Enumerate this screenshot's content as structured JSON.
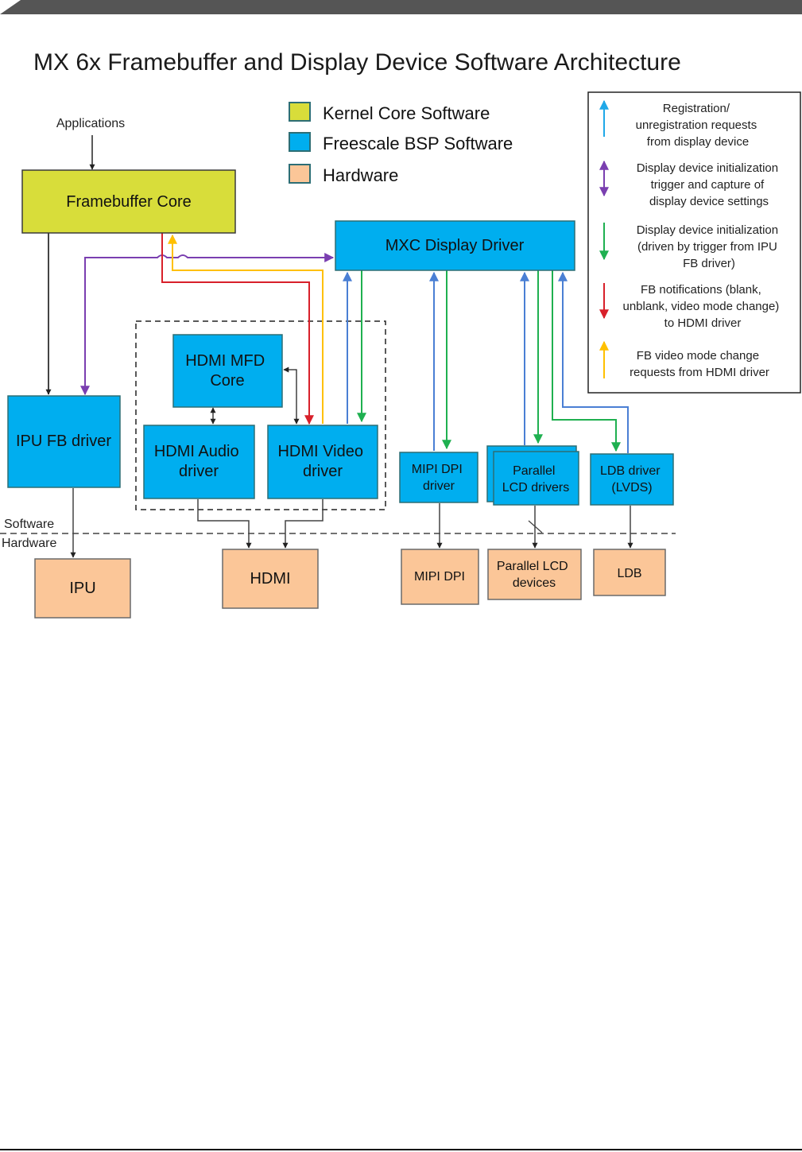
{
  "title": "MX 6x Framebuffer and Display Device Software Architecture",
  "colors": {
    "kernel": "#d8dd3a",
    "bsp": "#00aeef",
    "hardware": "#fbc698",
    "arrow_registration": "#4a7fd4",
    "arrow_init_trigger": "#7a3fb0",
    "arrow_init_driven": "#1fb050",
    "arrow_notifications": "#d8202a",
    "arrow_mode_requests": "#ffc000"
  },
  "key": {
    "items": [
      {
        "label": "Kernel Core Software",
        "category": "kernel"
      },
      {
        "label": "Freescale BSP Software",
        "category": "bsp"
      },
      {
        "label": "Hardware",
        "category": "hardware"
      }
    ]
  },
  "legend": {
    "entries": [
      {
        "lines": [
          "Registration/",
          "unregistration requests",
          "from display device"
        ],
        "arrow": "up",
        "color": "#1fa8e8"
      },
      {
        "lines": [
          "Display device initialization",
          "trigger and capture of",
          "display device settings"
        ],
        "arrow": "both",
        "color": "#7a3fb0"
      },
      {
        "lines": [
          "Display device initialization",
          "(driven by trigger from IPU",
          "FB driver)"
        ],
        "arrow": "down",
        "color": "#1fb050"
      },
      {
        "lines": [
          "FB notifications (blank,",
          "unblank, video mode change)",
          "to HDMI driver"
        ],
        "arrow": "down",
        "color": "#d8202a"
      },
      {
        "lines": [
          "FB video mode change",
          "requests from HDMI driver"
        ],
        "arrow": "up",
        "color": "#ffc000"
      }
    ]
  },
  "labels": {
    "applications": "Applications",
    "software": "Software",
    "hardware": "Hardware"
  },
  "nodes": {
    "framebuffer_core": {
      "lines": [
        "Framebuffer Core"
      ],
      "category": "kernel"
    },
    "mxc_display_driver": {
      "lines": [
        "MXC Display Driver"
      ],
      "category": "bsp"
    },
    "ipu_fb_driver": {
      "lines": [
        "IPU FB driver"
      ],
      "category": "bsp"
    },
    "hdmi_mfd_core": {
      "lines": [
        "HDMI MFD",
        "Core"
      ],
      "category": "bsp"
    },
    "hdmi_audio_driver": {
      "lines": [
        "HDMI Audio",
        "driver"
      ],
      "category": "bsp"
    },
    "hdmi_video_driver": {
      "lines": [
        "HDMI Video",
        "driver"
      ],
      "category": "bsp"
    },
    "mipi_dpi_driver": {
      "lines": [
        "MIPI DPI",
        "driver"
      ],
      "category": "bsp"
    },
    "parallel_lcd_drivers": {
      "lines": [
        "Parallel",
        "LCD drivers"
      ],
      "category": "bsp"
    },
    "ldb_driver": {
      "lines": [
        "LDB driver",
        "(LVDS)"
      ],
      "category": "bsp"
    },
    "ipu": {
      "lines": [
        "IPU"
      ],
      "category": "hardware"
    },
    "hdmi": {
      "lines": [
        "HDMI"
      ],
      "category": "hardware"
    },
    "mipi_dpi": {
      "lines": [
        "MIPI DPI"
      ],
      "category": "hardware"
    },
    "parallel_lcd_devices": {
      "lines": [
        "Parallel LCD",
        "devices"
      ],
      "category": "hardware"
    },
    "ldb": {
      "lines": [
        "LDB"
      ],
      "category": "hardware"
    }
  }
}
